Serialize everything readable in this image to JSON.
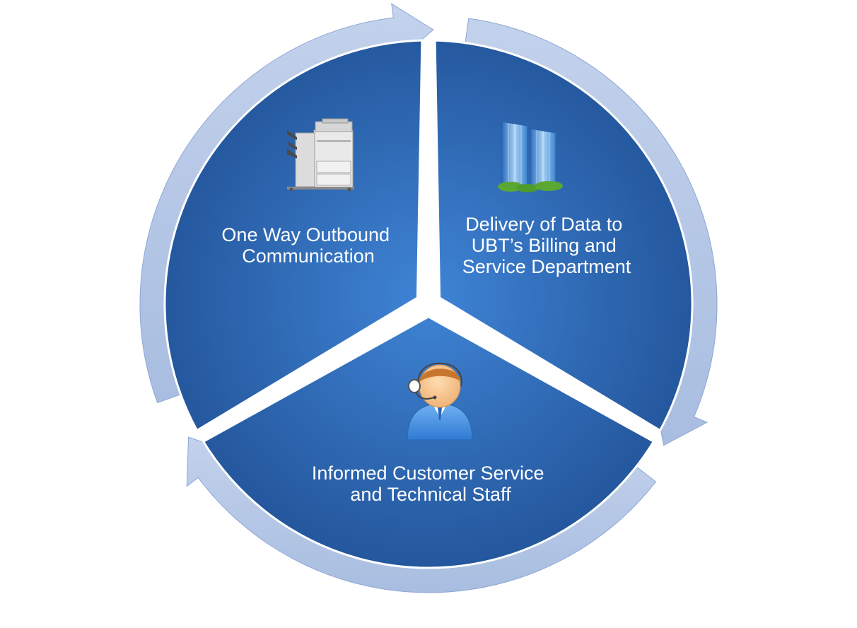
{
  "segments": [
    {
      "id": "outbound",
      "lines": [
        "One Way Outbound",
        "Communication"
      ],
      "icon": "printer-icon"
    },
    {
      "id": "delivery",
      "lines": [
        "Delivery of Data to",
        "UBT’s Billing and",
        "Service Department"
      ],
      "icon": "office-buildings-icon"
    },
    {
      "id": "informed",
      "lines": [
        "Informed Customer Service",
        "and Technical Staff"
      ],
      "icon": "support-agent-icon"
    }
  ],
  "colors": {
    "segment_light": "#3f84d6",
    "segment_dark": "#23559a",
    "arrow": "#b3c5e4",
    "arrow_edge": "#8ea8d4",
    "text": "#ffffff"
  }
}
